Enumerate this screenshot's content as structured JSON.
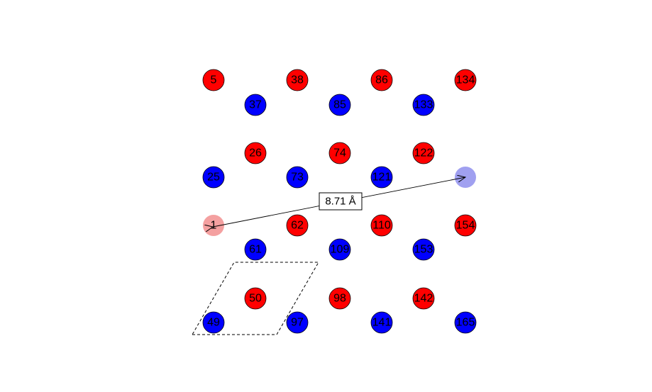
{
  "colors": {
    "red": "#ff0000",
    "blue": "#0000ff",
    "red_selected": "#f4a0a0",
    "blue_selected": "#a0a0f0",
    "outline": "#000000"
  },
  "atoms": [
    {
      "label": "5",
      "color": "red"
    },
    {
      "label": "38",
      "color": "red"
    },
    {
      "label": "86",
      "color": "red"
    },
    {
      "label": "134",
      "color": "red"
    },
    {
      "label": "37",
      "color": "blue"
    },
    {
      "label": "85",
      "color": "blue"
    },
    {
      "label": "133",
      "color": "blue"
    },
    {
      "label": "26",
      "color": "red"
    },
    {
      "label": "74",
      "color": "red"
    },
    {
      "label": "122",
      "color": "red"
    },
    {
      "label": "25",
      "color": "blue"
    },
    {
      "label": "73",
      "color": "blue"
    },
    {
      "label": "121",
      "color": "blue"
    },
    {
      "label": "",
      "color": "blue_selected"
    },
    {
      "label": "1",
      "color": "red_selected"
    },
    {
      "label": "62",
      "color": "red"
    },
    {
      "label": "110",
      "color": "red"
    },
    {
      "label": "154",
      "color": "red"
    },
    {
      "label": "61",
      "color": "blue"
    },
    {
      "label": "109",
      "color": "blue"
    },
    {
      "label": "153",
      "color": "blue"
    },
    {
      "label": "50",
      "color": "red"
    },
    {
      "label": "98",
      "color": "red"
    },
    {
      "label": "142",
      "color": "red"
    },
    {
      "label": "49",
      "color": "blue"
    },
    {
      "label": "97",
      "color": "blue"
    },
    {
      "label": "141",
      "color": "blue"
    },
    {
      "label": "165",
      "color": "blue"
    }
  ],
  "measurement": {
    "label": "8.71 Å",
    "from_atom": "1",
    "to_atom": "selected"
  }
}
